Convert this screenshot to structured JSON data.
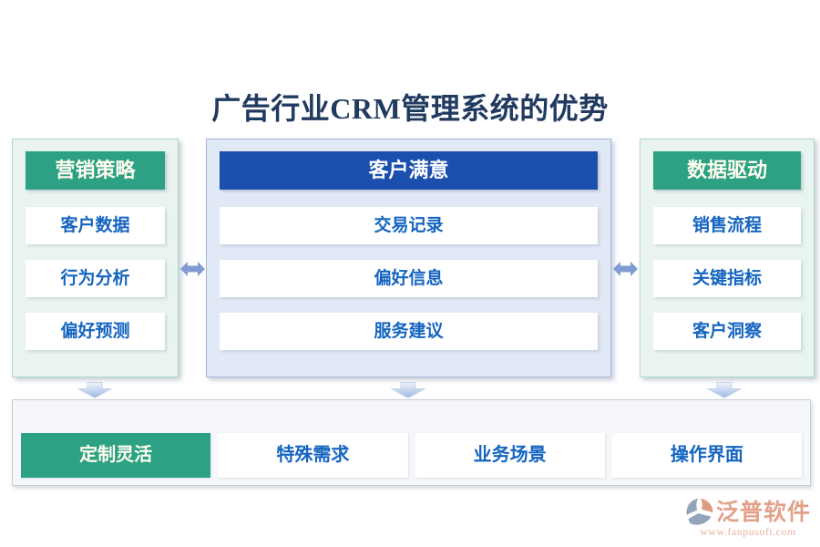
{
  "title": "广告行业CRM管理系统的优势",
  "columns": [
    {
      "header": "营销策略",
      "items": [
        "客户数据",
        "行为分析",
        "偏好预测"
      ]
    },
    {
      "header": "客户满意",
      "items": [
        "交易记录",
        "偏好信息",
        "服务建议"
      ]
    },
    {
      "header": "数据驱动",
      "items": [
        "销售流程",
        "关键指标",
        "客户洞察"
      ]
    }
  ],
  "bottom_row": {
    "items": [
      "定制灵活",
      "特殊需求",
      "业务场景",
      "操作界面"
    ]
  },
  "logo": {
    "brand": "泛普软件",
    "website": "www.fanpusoft.com"
  },
  "colors": {
    "title_text": "#213a60",
    "green_accent": "#2da184",
    "green_panel_bg": "#e9f4f0",
    "blue_header": "#1b4fae",
    "blue_panel_bg": "#e2e9f6",
    "item_text_blue": "#1565c0",
    "arrow_blue": "#7f9bd3",
    "bottom_panel_bg": "#f5f7fa",
    "logo_salmon": "#e2a189"
  }
}
